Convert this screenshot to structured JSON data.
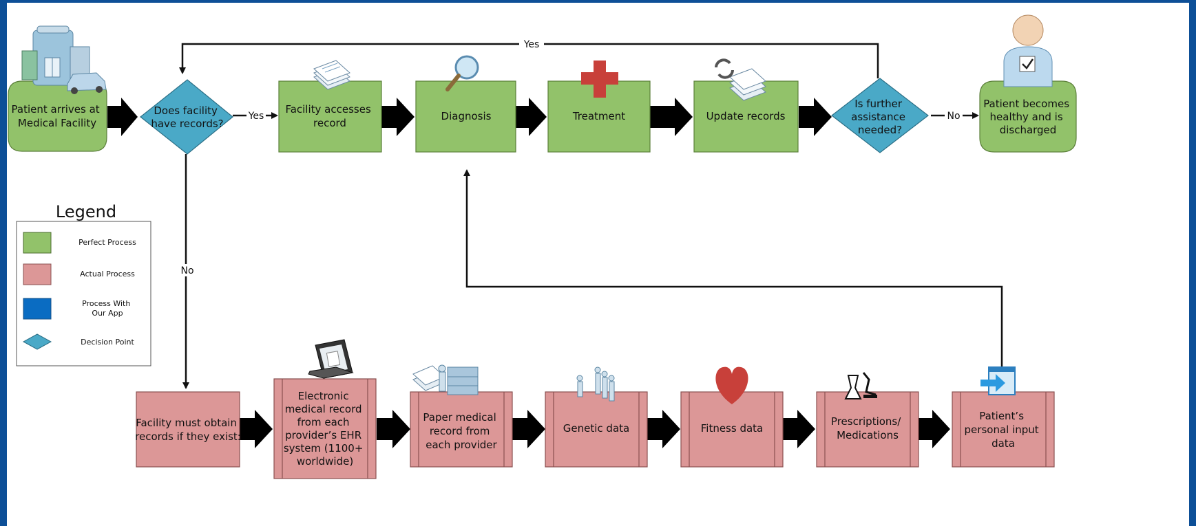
{
  "nodes": {
    "start": [
      "Patient arrives at",
      "Medical Facility"
    ],
    "decision_records": [
      "Does facility",
      "have records?"
    ],
    "access": [
      "Facility accesses",
      "record"
    ],
    "diagnosis": [
      "Diagnosis"
    ],
    "treatment": [
      "Treatment"
    ],
    "update": [
      "Update records"
    ],
    "decision_further": [
      "Is further",
      "assistance",
      "needed?"
    ],
    "end": [
      "Patient becomes",
      "healthy and is",
      "discharged"
    ],
    "obtain": [
      "Facility must obtain",
      "records if they exist:"
    ],
    "electronic": [
      "Electronic",
      "medical record",
      "from each",
      "provider’s EHR",
      "system (1100+",
      "worldwide)"
    ],
    "paper": [
      "Paper medical",
      "record from",
      "each provider"
    ],
    "genetic": [
      "Genetic data"
    ],
    "fitness": [
      "Fitness data"
    ],
    "prescriptions": [
      "Prescriptions/",
      "Medications"
    ],
    "personal": [
      "Patient’s",
      "personal input",
      "data"
    ]
  },
  "edges": {
    "yes1": "Yes",
    "yes2": "Yes",
    "no1": "No",
    "no2": "No"
  },
  "legend": {
    "title": "Legend",
    "items": [
      {
        "label": [
          "Perfect Process"
        ],
        "color": "#92c26a"
      },
      {
        "label": [
          "Actual Process"
        ],
        "color": "#dc9797"
      },
      {
        "label": [
          "Process With",
          "Our App"
        ],
        "color": "#0a6cc2"
      },
      {
        "label": [
          "Decision Point"
        ],
        "color": "#4aa9c7"
      }
    ]
  },
  "icons": {
    "start": "hospital-building-icon",
    "access": "documents-icon",
    "diagnosis": "magnifier-icon",
    "treatment": "red-cross-icon",
    "update": "refresh-documents-icon",
    "end": "patient-checklist-icon",
    "electronic": "laptop-icon",
    "paper": "records-storage-icon",
    "genetic": "people-group-icon",
    "fitness": "heart-icon",
    "prescriptions": "microscope-icon",
    "personal": "app-import-icon"
  }
}
